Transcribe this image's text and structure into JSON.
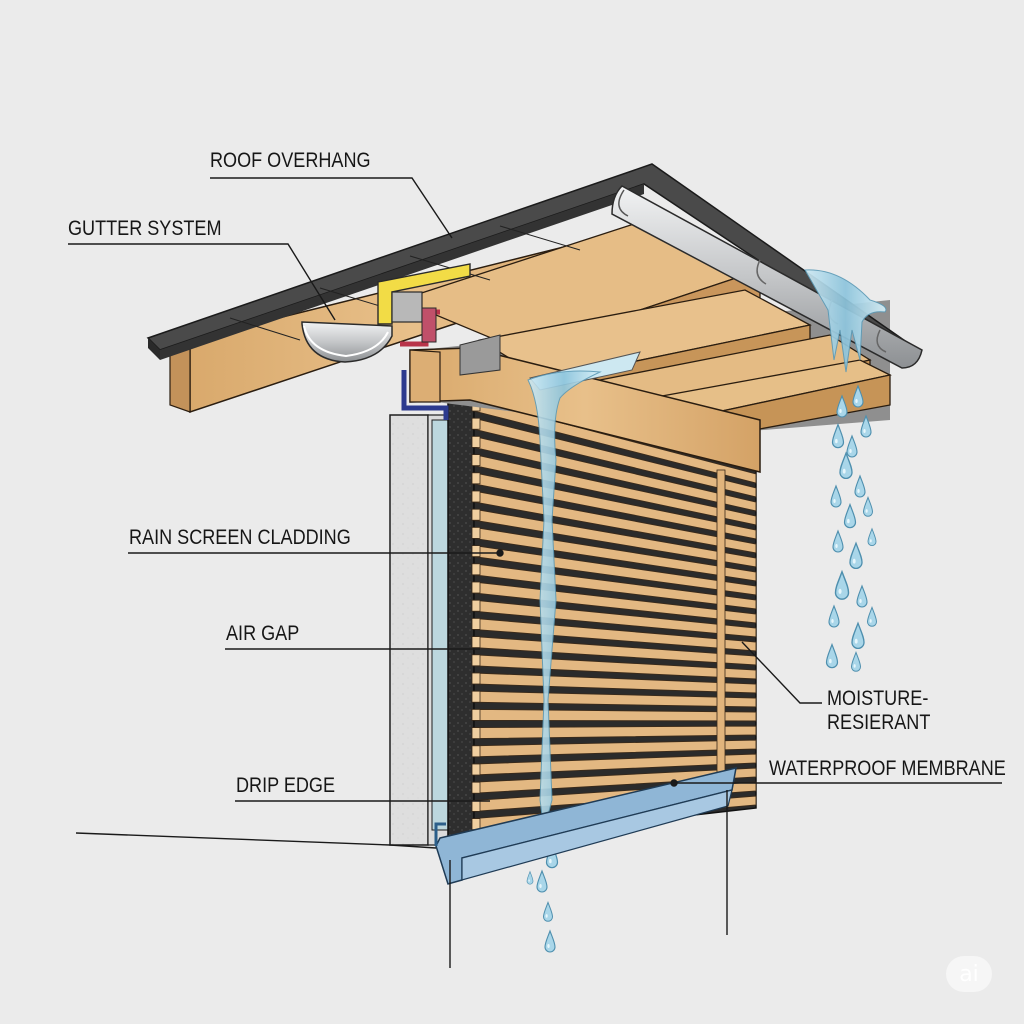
{
  "diagram": {
    "subject": "Rain screen wall and roof overhang cutaway",
    "colors": {
      "background": "#ebebeb",
      "roof": "#4a4a4a",
      "timber": "#e1b47c",
      "timber_dark": "#b58450",
      "cladding_backing": "#2d2d2d",
      "concrete": "#dcdcdc",
      "air_gap": "#bcd7de",
      "membrane": "#8fb6d6",
      "water": "#9fd1e6",
      "gutter": "#c9cbcd",
      "flashing_yellow": "#f2dc46",
      "flashing_red": "#b8344a",
      "flashing_blue": "#2c3a8e",
      "leader_line": "#1a1a1a"
    }
  },
  "labels": {
    "roof_overhang": "ROOF OVERHANG",
    "gutter_system": "GUTTER SYSTEM",
    "rain_screen_cladding": "RAIN SCREEN CLADDING",
    "air_gap": "AIR GAP",
    "drip_edge": "DRIP EDGE",
    "moisture_line1": "MOISTURE-",
    "moisture_line2": "RESIERANT",
    "waterproof_membrane": "WATERPROOF MEMBRANE"
  },
  "watermark": {
    "text": "ai"
  }
}
